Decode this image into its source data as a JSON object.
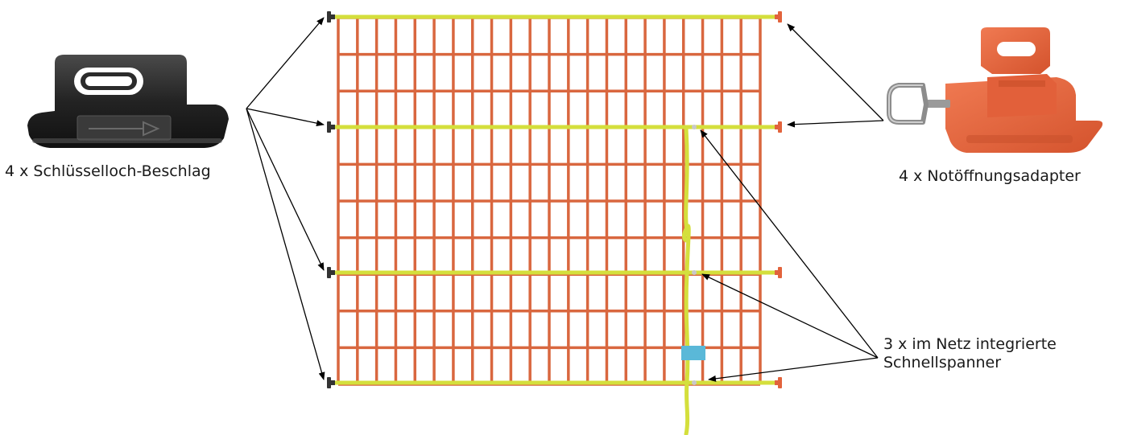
{
  "labels": {
    "keyhole_fitting": "4 x Schlüsselloch-Beschlag",
    "emergency_adapter": "4 x Notöffnungsadapter",
    "tensioner_line1": "3 x im Netz integrierte",
    "tensioner_line2": "Schnellspanner"
  },
  "colors": {
    "net_mesh": "#d9673f",
    "tension_strap": "#d4df3c",
    "keyhole_fitting": "#2a2a2a",
    "emergency_adapter": "#e8613a",
    "strap_marker": "#5ab8d8",
    "arrow": "#000000"
  },
  "icons": {
    "keyhole_fitting": "keyhole-fitting-icon",
    "emergency_adapter": "emergency-adapter-icon"
  }
}
